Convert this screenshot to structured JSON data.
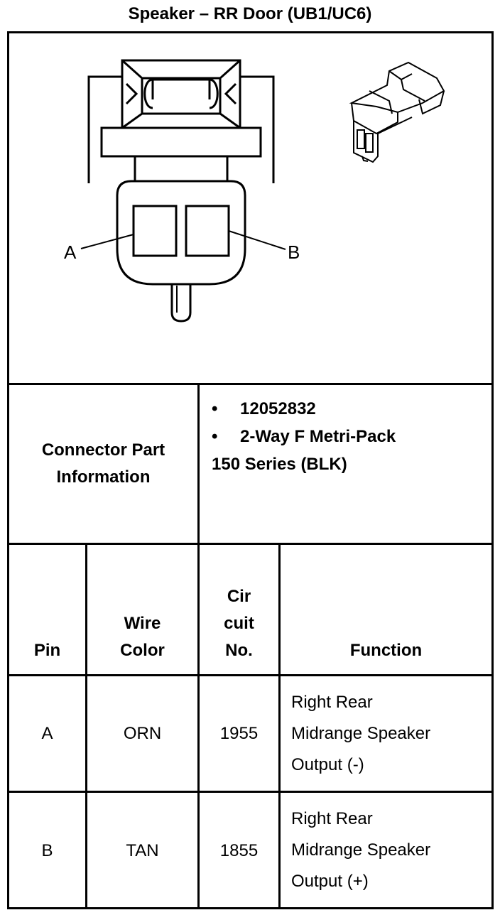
{
  "header": {
    "title": "Speaker – RR Door (UB1/UC6)"
  },
  "diagram": {
    "pin_a_label": "A",
    "pin_b_label": "B"
  },
  "connector_info": {
    "label_line1": "Connector Part",
    "label_line2": "Information",
    "bullet_glyph": "•",
    "part_number": "12052832",
    "description_line1": "2-Way F Metri-Pack",
    "description_line2": "150 Series (BLK)"
  },
  "table": {
    "headers": {
      "pin": "Pin",
      "wire_color_line1": "Wire",
      "wire_color_line2": "Color",
      "circuit_line1": "Cir",
      "circuit_line2": "cuit",
      "circuit_line3": "No.",
      "function": "Function"
    },
    "rows": [
      {
        "pin": "A",
        "wire_color": "ORN",
        "circuit": "1955",
        "function_line1": "Right Rear",
        "function_line2": "Midrange Speaker",
        "function_line3": "Output (-)"
      },
      {
        "pin": "B",
        "wire_color": "TAN",
        "circuit": "1855",
        "function_line1": "Right Rear",
        "function_line2": "Midrange Speaker",
        "function_line3": "Output (+)"
      }
    ]
  }
}
